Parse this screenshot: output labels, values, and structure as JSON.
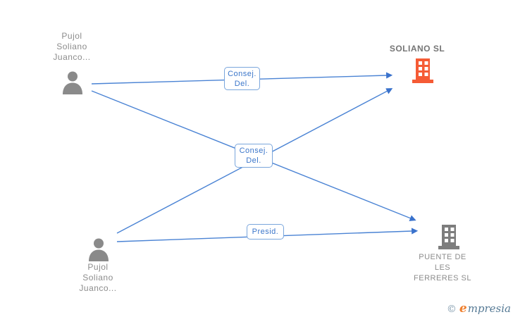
{
  "page": {
    "background": "#ffffff"
  },
  "colors": {
    "edge_line": "#4a83d4",
    "arrowhead": "#3a72cc",
    "edge_box_border": "#7aa6dc",
    "edge_box_text": "#3b76ca",
    "person_icon": "#8a8a8a",
    "person_label_text": "#8c8c8c",
    "company_soliano_icon": "#f55b35",
    "company_puente_icon": "#7d7d7d",
    "company_title_text": "#757575"
  },
  "nodes": {
    "person_top": {
      "type": "person",
      "lines": [
        "Pujol",
        "Soliano",
        "Juanco..."
      ]
    },
    "person_bottom": {
      "type": "person",
      "lines": [
        "Pujol",
        "Soliano",
        "Juanco..."
      ]
    },
    "company_soliano": {
      "type": "company",
      "name": "SOLIANO SL"
    },
    "company_puente": {
      "type": "company",
      "lines": [
        "PUENTE DE",
        "LES",
        "FERRERES SL"
      ]
    }
  },
  "edges": [
    {
      "from": "person_top",
      "to": "company_soliano",
      "label": "Consej. Del."
    },
    {
      "from": "person_bottom",
      "to": "company_soliano",
      "label": "Consej. Del."
    },
    {
      "from": "person_top",
      "to": "company_puente",
      "label": ""
    },
    {
      "from": "person_bottom",
      "to": "company_puente",
      "label": "Presid."
    }
  ],
  "edge_labels": {
    "consej_del_top": {
      "lines": [
        "Consej.",
        "Del."
      ]
    },
    "consej_del_center": {
      "lines": [
        "Consej.",
        "Del."
      ]
    },
    "presid": {
      "lines": [
        "Presid."
      ]
    }
  },
  "watermark": {
    "copyright": "©",
    "brand_initial": "e",
    "brand_rest": "mpresia"
  }
}
